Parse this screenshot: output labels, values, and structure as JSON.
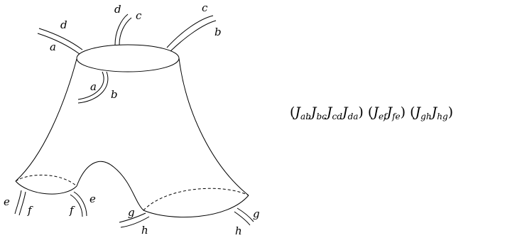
{
  "labels": {
    "top_left_outer": "d",
    "top_left_inner": "a",
    "top_mid_left": "d",
    "top_mid_right": "c",
    "top_right_outer": "c",
    "top_right_inner": "b",
    "mid_a": "a",
    "mid_b": "b",
    "left_bottom_e_outer": "e",
    "left_bottom_f_left": "f",
    "left_bottom_f_right": "f",
    "left_bottom_e_inner": "e",
    "right_bottom_g_left": "g",
    "right_bottom_h_left": "h",
    "right_bottom_h_right": "h",
    "right_bottom_g_right": "g"
  },
  "formula": {
    "groups": [
      [
        {
          "base": "J",
          "sub": "ab"
        },
        {
          "base": "J",
          "sub": "bc"
        },
        {
          "base": "J",
          "sub": "cd"
        },
        {
          "base": "J",
          "sub": "da"
        }
      ],
      [
        {
          "base": "J",
          "sub": "ef"
        },
        {
          "base": "J",
          "sub": "fe"
        }
      ],
      [
        {
          "base": "J",
          "sub": "gh"
        },
        {
          "base": "J",
          "sub": "hg"
        }
      ]
    ]
  }
}
